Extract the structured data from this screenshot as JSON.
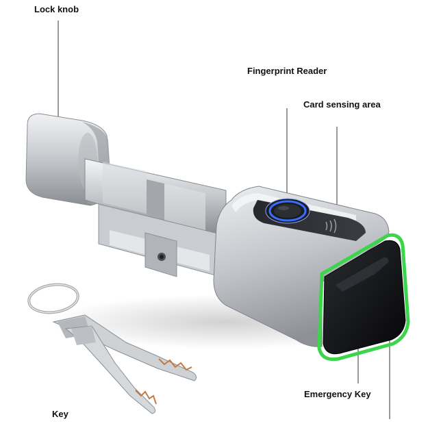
{
  "callouts": {
    "lock_knob": "Lock knob",
    "fingerprint_reader": "Fingerprint Reader",
    "card_sensing_area": "Card sensing area",
    "emergency_key": "Emergency Key",
    "key": "Key"
  },
  "colors": {
    "background": "#ffffff",
    "label_text": "#111111",
    "leader_line": "#333333",
    "metal_light": "#e6e8ea",
    "metal_dark": "#8d9196",
    "fingerprint_ring": "#3a6cff",
    "status_glow": "#3bd44a",
    "end_cap": "#141414"
  },
  "icons": {
    "product": "smart-lock-cylinder",
    "keys": "key-ring-with-two-keys",
    "card_symbol": "nfc-waves-icon"
  }
}
